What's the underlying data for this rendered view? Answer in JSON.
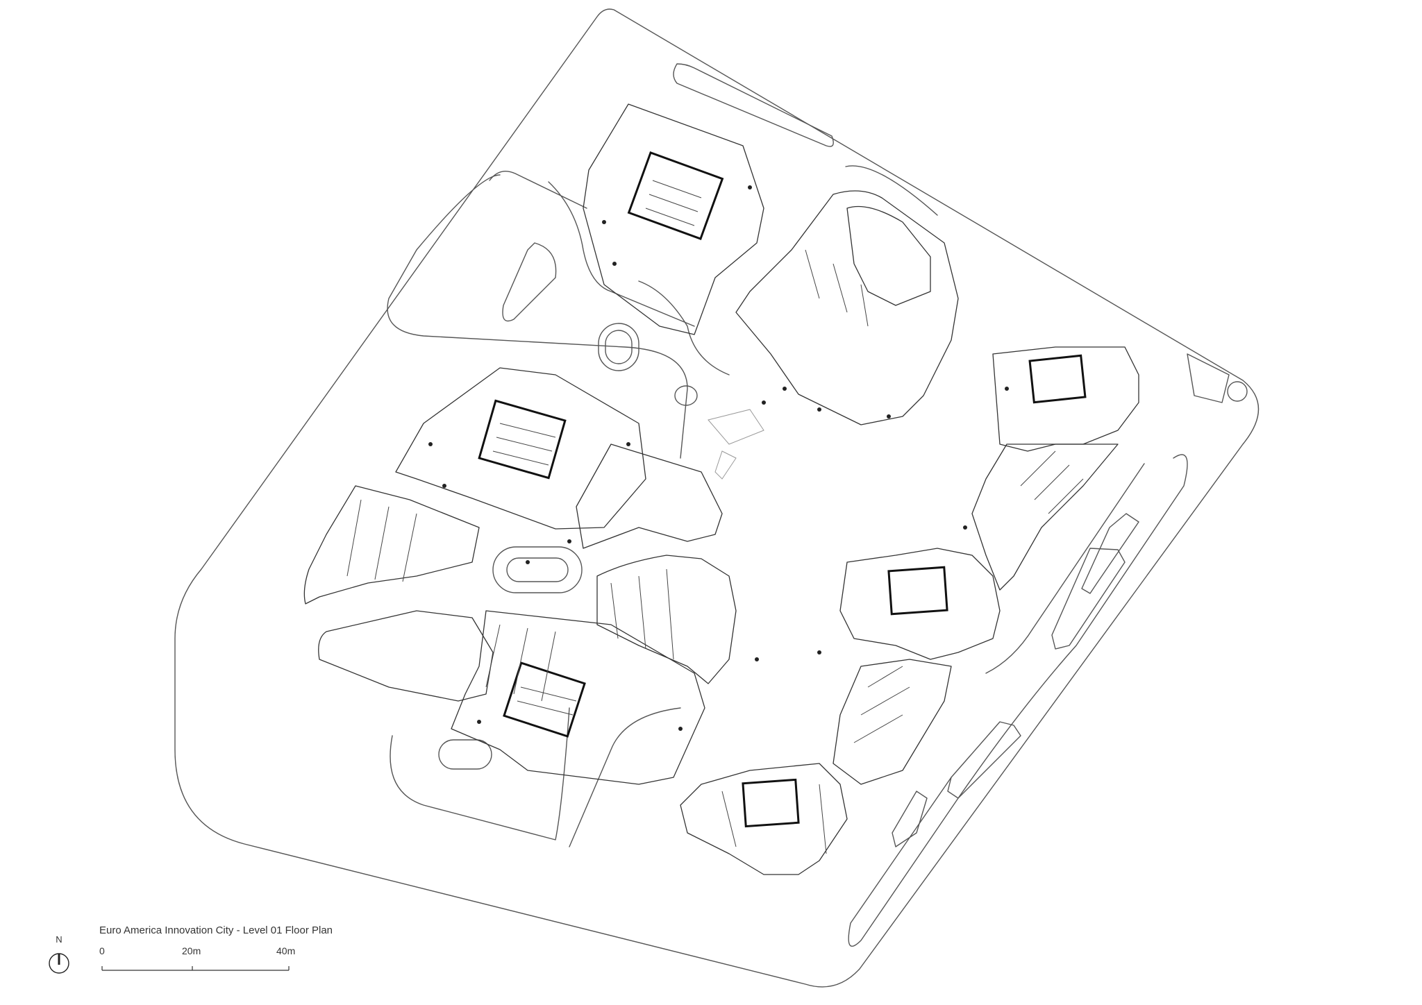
{
  "caption": {
    "title": "Euro America Innovation City  - Level 01 Floor Plan"
  },
  "compass": {
    "label": "N"
  },
  "scale_bar": {
    "labels": [
      "0",
      "20m",
      "40m"
    ]
  },
  "colors": {
    "line": "#4a4a4a",
    "wall": "#111111",
    "background": "#ffffff"
  }
}
